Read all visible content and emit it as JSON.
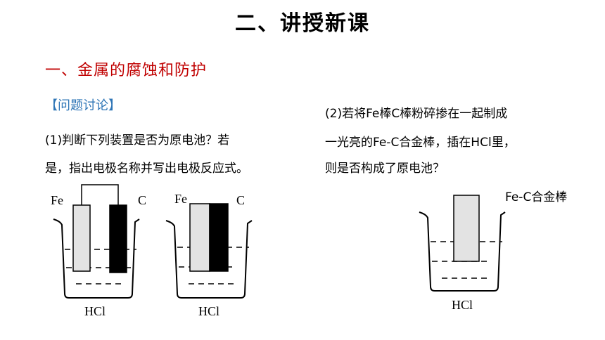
{
  "header": {
    "title": "二、讲授新课"
  },
  "section": {
    "heading": "一、金属的腐蚀和防护"
  },
  "discussion": {
    "label": "【问题讨论】"
  },
  "question1": {
    "line1": "(1)判断下列装置是否为原电池？若",
    "line2": "是，指出电极名称并写出电极反应式。"
  },
  "question2": {
    "line1": "(2)若将Fe棒C棒粉碎掺在一起制成",
    "line2": "一光亮的Fe-C合金棒，插在HCl里，",
    "line3": "则是否构成了原电池？"
  },
  "apparatus1": {
    "left_electrode": "Fe",
    "right_electrode": "C",
    "solution": "HCl"
  },
  "apparatus2": {
    "left_electrode": "Fe",
    "right_electrode": "C",
    "solution": "HCl"
  },
  "apparatus3": {
    "electrode": "Fe-C合金棒",
    "solution": "HCl"
  },
  "colors": {
    "section": "#c00000",
    "discussion": "#2e75b6",
    "iron": "#e3e3e3",
    "carbon": "#000000"
  }
}
